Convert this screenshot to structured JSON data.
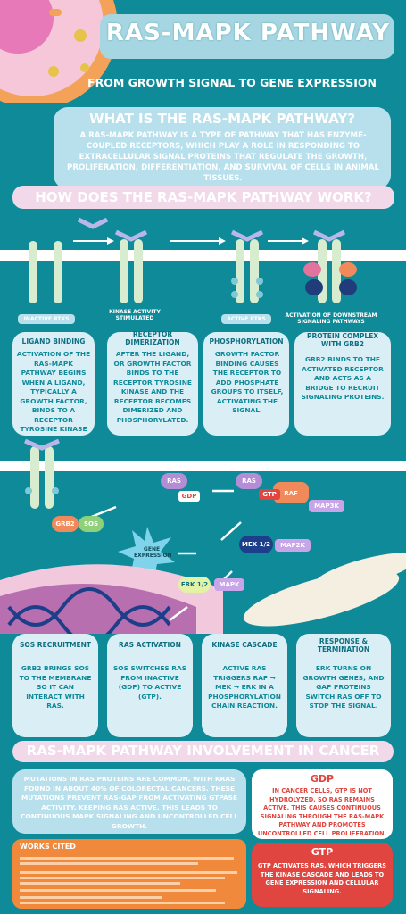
{
  "header": {
    "title": "RAS-MAPK PATHWAY",
    "subtitle": "FROM GROWTH SIGNAL TO GENE EXPRESSION"
  },
  "what": {
    "heading": "WHAT IS THE RAS-MAPK PATHWAY?",
    "text": "A RAS-MAPK PATHWAY IS A TYPE OF PATHWAY THAT HAS ENZYME-COUPLED RECEPTORS, WHICH PLAY A ROLE IN RESPONDING TO EXTRACELLULAR SIGNAL PROTEINS THAT REGULATE THE GROWTH, PROLIFERATION, DIFFERENTIATION, AND SURVIVAL OF CELLS IN ANIMAL TISSUES."
  },
  "how": {
    "heading": "HOW DOES THE RAS-MAPK PATHWAY WORK?",
    "labels": [
      "INACTIVE RTKS",
      "KINASE ACTIVITY STIMULATED",
      "ACTIVE RTKS",
      "ACTIVATION OF DOWNSTREAM SIGNALING PATHWAYS"
    ],
    "steps": [
      {
        "head": "LIGAND BINDING",
        "text": "ACTIVATION OF THE RAS-MAPK PATHWAY BEGINS WHEN A LIGAND, TYPICALLY A GROWTH FACTOR, BINDS TO A RECEPTOR TYROSINE KINASE (RTK)."
      },
      {
        "head": "RECEPTOR DIMERIZATION",
        "text": "AFTER THE LIGAND, OR GROWTH FACTOR BINDS TO THE RECEPTOR TYROSINE KINASE AND THE RECEPTOR BECOMES DIMERIZED AND PHOSPHORYLATED."
      },
      {
        "head": "PHOSPHORYLATION",
        "text": "GROWTH FACTOR BINDING CAUSES THE RECEPTOR TO ADD PHOSPHATE GROUPS TO ITSELF, ACTIVATING THE SIGNAL."
      },
      {
        "head": "PROTEIN COMPLEX WITH GRB2",
        "text": "GRB2 BINDS TO THE ACTIVATED RECEPTOR AND ACTS AS A BRIDGE TO RECRUIT SIGNALING PROTEINS."
      }
    ]
  },
  "diagram2": {
    "ras": "RAS",
    "gdp": "GDP",
    "gtp": "GTP",
    "raf": "RAF",
    "map3k": "MAP3K",
    "mek": "MEK 1/2",
    "map2k": "MAP2K",
    "erk": "ERK 1/2",
    "mapk": "MAPK",
    "grb2": "GRB2",
    "sos": "SOS",
    "gene": "GENE EXPRESSION"
  },
  "steps2": [
    {
      "head": "SOS RECRUITMENT",
      "text": "GRB2 BRINGS SOS TO THE MEMBRANE SO IT CAN INTERACT WITH RAS."
    },
    {
      "head": "RAS ACTIVATION",
      "text": "SOS SWITCHES RAS FROM INACTIVE (GDP) TO ACTIVE (GTP)."
    },
    {
      "head": "KINASE CASCADE",
      "text": "ACTIVE RAS TRIGGERS RAF → MEK → ERK IN A PHOSPHORYLATION CHAIN REACTION."
    },
    {
      "head": "RESPONSE & TERMINATION",
      "text": "ERK TURNS ON GROWTH GENES, AND GAP PROTEINS SWITCH RAS OFF TO STOP THE SIGNAL."
    }
  ],
  "cancer": {
    "heading": "RAS-MAPK PATHWAY INVOLVEMENT IN CANCER",
    "text": "MUTATIONS IN RAS PROTEINS ARE COMMON, WITH KRAS FOUND IN ABOUT 40% OF COLORECTAL CANCERS. THESE MUTATIONS PREVENT RAS-GAP FROM ACTIVATING GTPASE ACTIVITY, KEEPING RAS ACTIVE. THIS LEADS TO CONTINUOUS MAPK SIGNALING AND UNCONTROLLED CELL GROWTH.",
    "gdp_head": "GDP",
    "gdp_text": "IN CANCER CELLS, GTP IS NOT HYDROLYZED, SO RAS REMAINS ACTIVE. THIS CAUSES CONTINUOUS SIGNALING THROUGH THE RAS-MAPK PATHWAY AND PROMOTES UNCONTROLLED CELL PROLIFERATION.",
    "gtp_head": "GTP",
    "gtp_text": "GTP ACTIVATES RAS, WHICH TRIGGERS THE KINASE CASCADE AND LEADS TO GENE EXPRESSION AND CELLULAR SIGNALING."
  },
  "works": {
    "heading": "WORKS CITED"
  },
  "colors": {
    "background": "#0e8a99",
    "orange": "#f1893c",
    "red": "#e0463f",
    "pink": "#f1d9ea"
  }
}
